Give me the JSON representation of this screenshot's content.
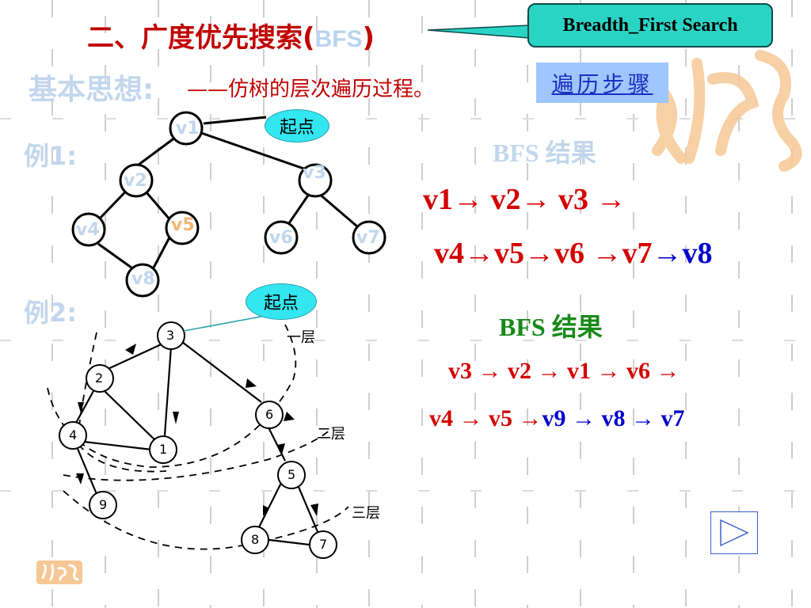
{
  "header": {
    "title_cn": "二、广度优先搜索(",
    "title_bfs": "BFS",
    "title_close": ")",
    "callout": "Breadth_First Search"
  },
  "idea": {
    "label": "基本思想:",
    "text": "——仿树的层次遍历过程。",
    "steps_link": "遍历步骤"
  },
  "example1": {
    "label": "例1:",
    "start_label": "起点",
    "result_title": "BFS 结果",
    "result_line1": "v1→ v2→ v3 →",
    "result_line2_red": "v4→v5→v6 →v7",
    "result_line2_blue": "→v8",
    "nodes": [
      "v1",
      "v2",
      "v3",
      "v4",
      "v5",
      "v6",
      "v7",
      "v8"
    ]
  },
  "example2": {
    "label": "例2:",
    "start_label": "起点",
    "result_title": "BFS 结果",
    "result_line1": "v3 → v2 → v1 → v6 →",
    "result_line2_red": "v4 → v5 →",
    "result_line2_blue": "v9 → v8 → v7",
    "layers": [
      "一层",
      "二层",
      "三层"
    ],
    "nodes": [
      "3",
      "2",
      "1",
      "6",
      "4",
      "5",
      "9",
      "8",
      "7"
    ]
  },
  "colors": {
    "accent_red": "#d40000",
    "accent_blue": "#0000cc",
    "accent_green": "#188a18",
    "callout_bg": "#2ad4c4",
    "steps_bg": "#9ec6ff",
    "faint_text": "#c2d6ec"
  },
  "icons": {
    "next": "play-triangle-icon",
    "logo": "calligraphy-logo-icon"
  }
}
